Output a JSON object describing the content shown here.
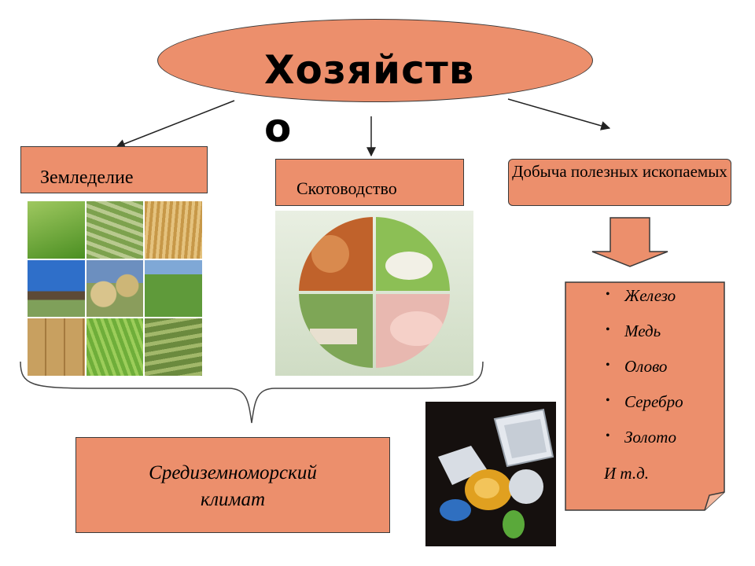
{
  "diagram": {
    "title": "Хозяйство",
    "branches": {
      "agriculture": "Земледелие",
      "livestock": "Скотоводство",
      "mining": "Добыча полезных ископаемых"
    },
    "minerals": [
      "Железо",
      "Медь",
      "Олово",
      "Серебро",
      "Золото"
    ],
    "minerals_more": "И т.д.",
    "climate_label": "Средиземноморский климат"
  },
  "colors": {
    "box_fill": "#ec8f6c",
    "outline": "#3a3a3a",
    "arrow": "#222222",
    "text": "#000000"
  },
  "icons": {
    "agriculture_photos": "farm-field-collage-icon",
    "livestock_photos": "farm-animals-collage-icon",
    "mining_photo": "gemstones-icon",
    "mining_arrow": "down-arrow-icon"
  }
}
